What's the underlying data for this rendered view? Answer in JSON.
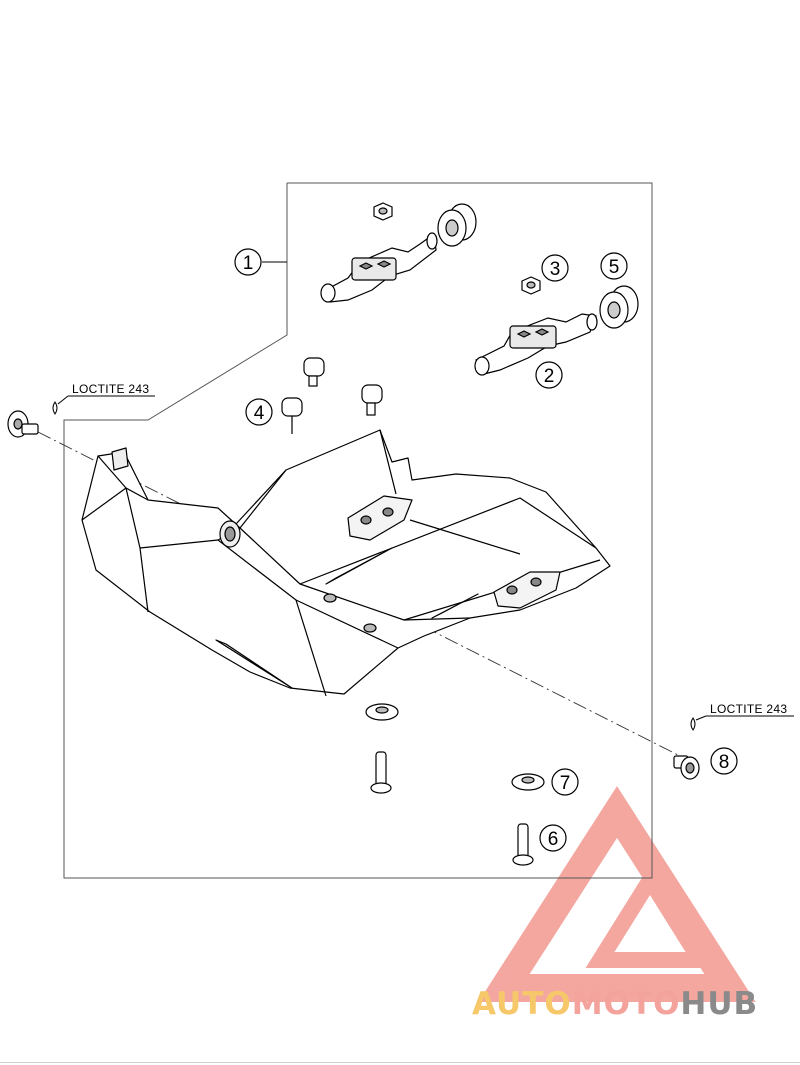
{
  "callouts": [
    {
      "label": "1"
    },
    {
      "label": "2"
    },
    {
      "label": "3"
    },
    {
      "label": "4"
    },
    {
      "label": "5"
    },
    {
      "label": "6"
    },
    {
      "label": "7"
    },
    {
      "label": "8"
    }
  ],
  "notes": {
    "loctite_left": "LOCTITE 243",
    "loctite_right": "LOCTITE 243"
  },
  "watermark": {
    "part1": "AUTO",
    "part2": "MOTO",
    "part3": "HUB",
    "colors": {
      "auto": "#f6c86a",
      "moto": "#f3a39b",
      "hub": "#8a8a8a",
      "logo": "#f08a80"
    }
  }
}
